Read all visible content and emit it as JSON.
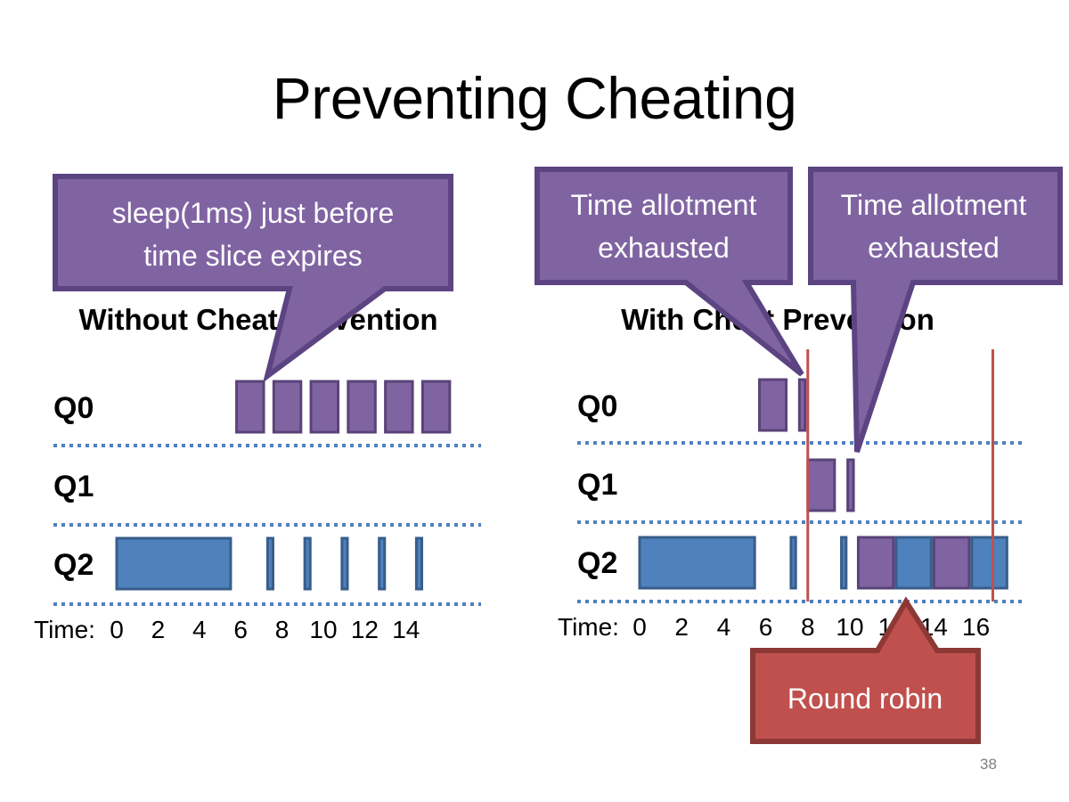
{
  "slide": {
    "title": "Preventing Cheating",
    "page_number": "38"
  },
  "colors": {
    "process_purple": "#8064a2",
    "process_purple_border": "#5a4378",
    "process_blue": "#4f81bd",
    "process_blue_border": "#385d8a",
    "callout_purple": "#8064a2",
    "callout_purple_border": "#5c4482",
    "callout_red": "#c0504d",
    "callout_red_border": "#8c3836",
    "divider_dotted": "#4f81bd",
    "marker_line": "#c0504d"
  },
  "panels": {
    "left": {
      "heading": "Without Cheat Prevention",
      "queues": [
        "Q0",
        "Q1",
        "Q2"
      ],
      "time_prefix": "Time:",
      "time_ticks": [
        "0",
        "2",
        "4",
        "6",
        "8",
        "10",
        "12",
        "14"
      ],
      "schedule": [
        {
          "queue": "Q2",
          "start": 0,
          "end": 5.6,
          "process": "blue"
        },
        {
          "queue": "Q0",
          "start": 5.8,
          "end": 7.2,
          "process": "purple"
        },
        {
          "queue": "Q2",
          "start": 7.3,
          "end": 7.65,
          "process": "blue"
        },
        {
          "queue": "Q0",
          "start": 7.6,
          "end": 9.0,
          "process": "purple"
        },
        {
          "queue": "Q2",
          "start": 9.1,
          "end": 9.45,
          "process": "blue"
        },
        {
          "queue": "Q0",
          "start": 9.4,
          "end": 10.8,
          "process": "purple"
        },
        {
          "queue": "Q2",
          "start": 10.9,
          "end": 11.25,
          "process": "blue"
        },
        {
          "queue": "Q0",
          "start": 11.2,
          "end": 12.6,
          "process": "purple"
        },
        {
          "queue": "Q2",
          "start": 12.7,
          "end": 13.05,
          "process": "blue"
        },
        {
          "queue": "Q0",
          "start": 13.0,
          "end": 14.4,
          "process": "purple"
        },
        {
          "queue": "Q2",
          "start": 14.5,
          "end": 14.85,
          "process": "blue"
        },
        {
          "queue": "Q0",
          "start": 14.8,
          "end": 16.2,
          "process": "purple"
        }
      ],
      "callout": "sleep(1ms) just before time slice expires"
    },
    "right": {
      "heading": "With Cheat Prevention",
      "queues": [
        "Q0",
        "Q1",
        "Q2"
      ],
      "time_prefix": "Time:",
      "time_ticks": [
        "0",
        "2",
        "4",
        "6",
        "8",
        "10",
        "12",
        "14",
        "16"
      ],
      "schedule": [
        {
          "queue": "Q2",
          "start": 0,
          "end": 5.6,
          "process": "blue"
        },
        {
          "queue": "Q0",
          "start": 5.7,
          "end": 7.1,
          "process": "purple"
        },
        {
          "queue": "Q2",
          "start": 7.2,
          "end": 7.55,
          "process": "blue"
        },
        {
          "queue": "Q0",
          "start": 7.6,
          "end": 8.0,
          "process": "purple"
        },
        {
          "queue": "Q1",
          "start": 8.0,
          "end": 9.4,
          "process": "purple"
        },
        {
          "queue": "Q2",
          "start": 9.6,
          "end": 9.95,
          "process": "blue"
        },
        {
          "queue": "Q1",
          "start": 9.9,
          "end": 10.3,
          "process": "purple"
        },
        {
          "queue": "Q2",
          "start": 10.4,
          "end": 12.2,
          "process": "purple"
        },
        {
          "queue": "Q2",
          "start": 12.2,
          "end": 14.0,
          "process": "blue"
        },
        {
          "queue": "Q2",
          "start": 14.0,
          "end": 15.8,
          "process": "purple"
        },
        {
          "queue": "Q2",
          "start": 15.8,
          "end": 17.6,
          "process": "blue"
        }
      ],
      "markers": [
        8,
        16.8
      ],
      "callouts": [
        "Time allotment exhausted",
        "Time allotment exhausted",
        "Round robin"
      ]
    }
  }
}
